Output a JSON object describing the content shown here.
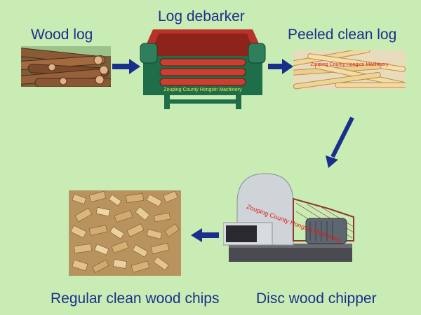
{
  "labels": {
    "wood_log": "Wood log",
    "log_debarker": "Log debarker",
    "peeled_clean_log": "Peeled clean log",
    "disc_wood_chipper": "Disc wood chipper",
    "regular_clean_wood_chips": "Regular clean wood chips"
  },
  "watermarks": {
    "debarker": "Zouping County Hongxin Machinery",
    "peeled": "Zouping County Hongxin Machinery",
    "chipper": "Zouping County Hongxin Machinery"
  },
  "colors": {
    "background": "#c8ecb4",
    "label_text": "#1a2f8c",
    "arrow": "#1a2f8c",
    "machine_red": "#b8322a",
    "machine_green": "#1f6e4a",
    "watermark": "#e01818"
  },
  "icons": [
    "arrow-right-icon",
    "arrow-diagonal-icon",
    "arrow-left-icon"
  ]
}
